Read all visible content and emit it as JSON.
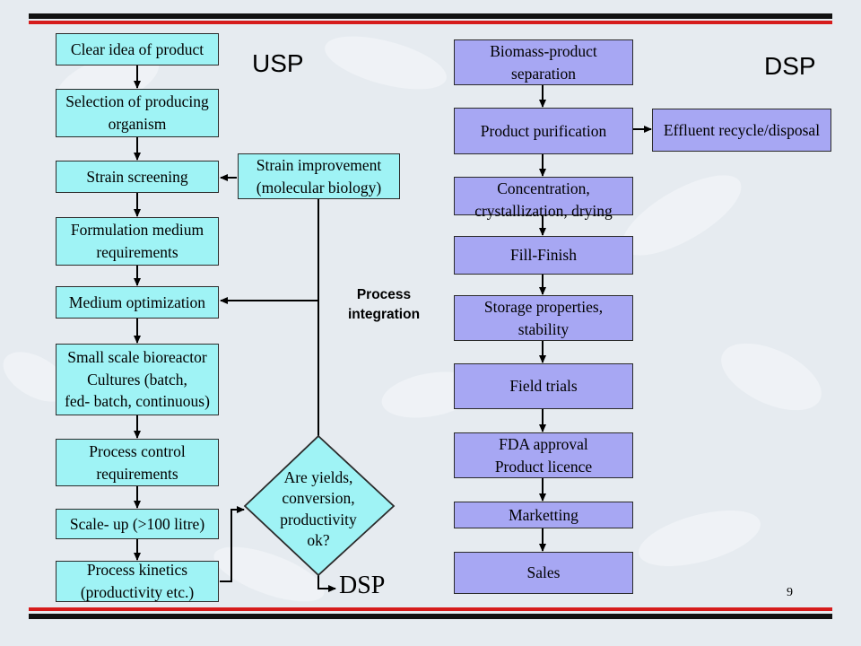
{
  "headings": {
    "usp": "USP",
    "dsp": "DSP"
  },
  "usp_steps": [
    "Clear idea of product",
    "Selection of producing\norganism",
    "Strain screening",
    "Formulation medium\nrequirements",
    "Medium optimization",
    "Small scale bioreactor\nCultures (batch,\nfed- batch, continuous)",
    "Process control\nrequirements",
    "Scale- up (>100 litre)",
    "Process kinetics\n(productivity etc.)"
  ],
  "strain_improvement": "Strain improvement\n(molecular biology)",
  "process_integration": "Process\nintegration",
  "decision": "Are yields,\nconversion,\nproductivity\nok?",
  "dsp_exit": "DSP",
  "dsp_steps": [
    "Biomass-product\nseparation",
    "Product purification",
    "Concentration,\ncrystallization, drying",
    "Fill-Finish",
    "Storage properties,\nstability",
    "Field trials",
    "FDA approval\nProduct licence",
    "Marketting",
    "Sales"
  ],
  "effluent": "Effluent recycle/disposal",
  "page_number": "9",
  "colors": {
    "usp_box": "#9ff3f5",
    "dsp_box": "#a7a7f3",
    "rule_red": "#d61c1c",
    "rule_black": "#111111"
  }
}
